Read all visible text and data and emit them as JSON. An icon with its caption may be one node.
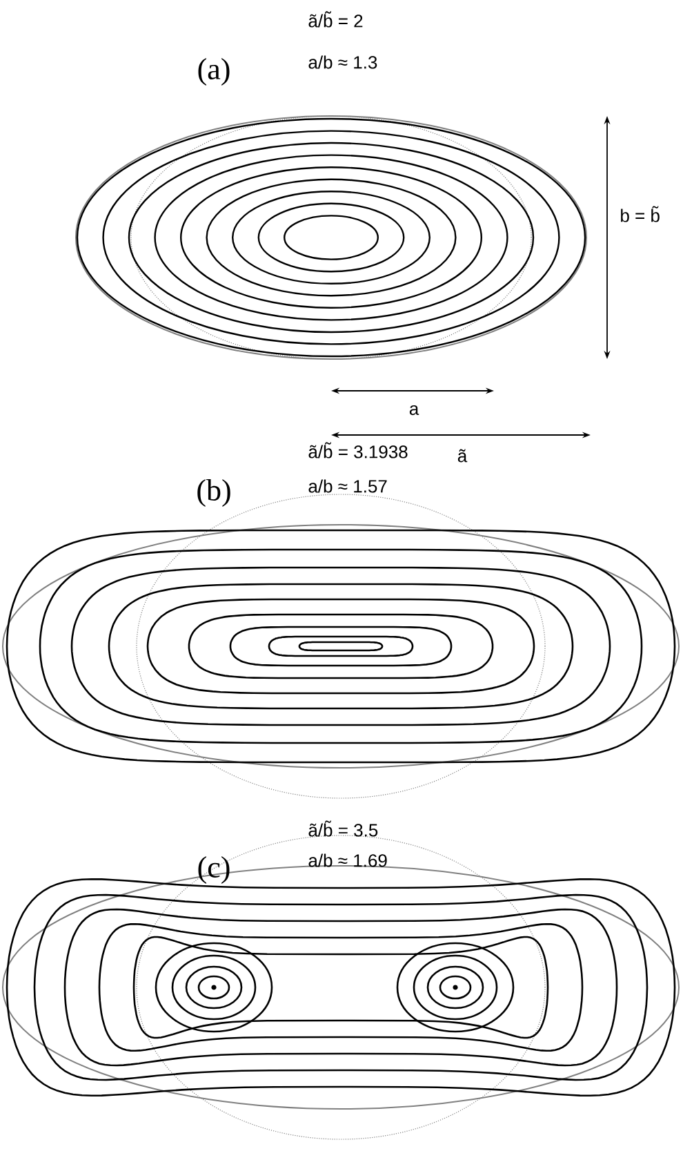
{
  "diagram": {
    "labels": [
      "ã/b̃ = 2",
      "(a)",
      "a/b ≈ 1.3",
      "b = b̃",
      "a",
      "ã",
      "ã/b̃ = 3.1938",
      "(b)",
      "a/b ≈ 1.57",
      "ã/b̃ = 3.5",
      "(c)",
      "a/b ≈ 1.69"
    ]
  }
}
